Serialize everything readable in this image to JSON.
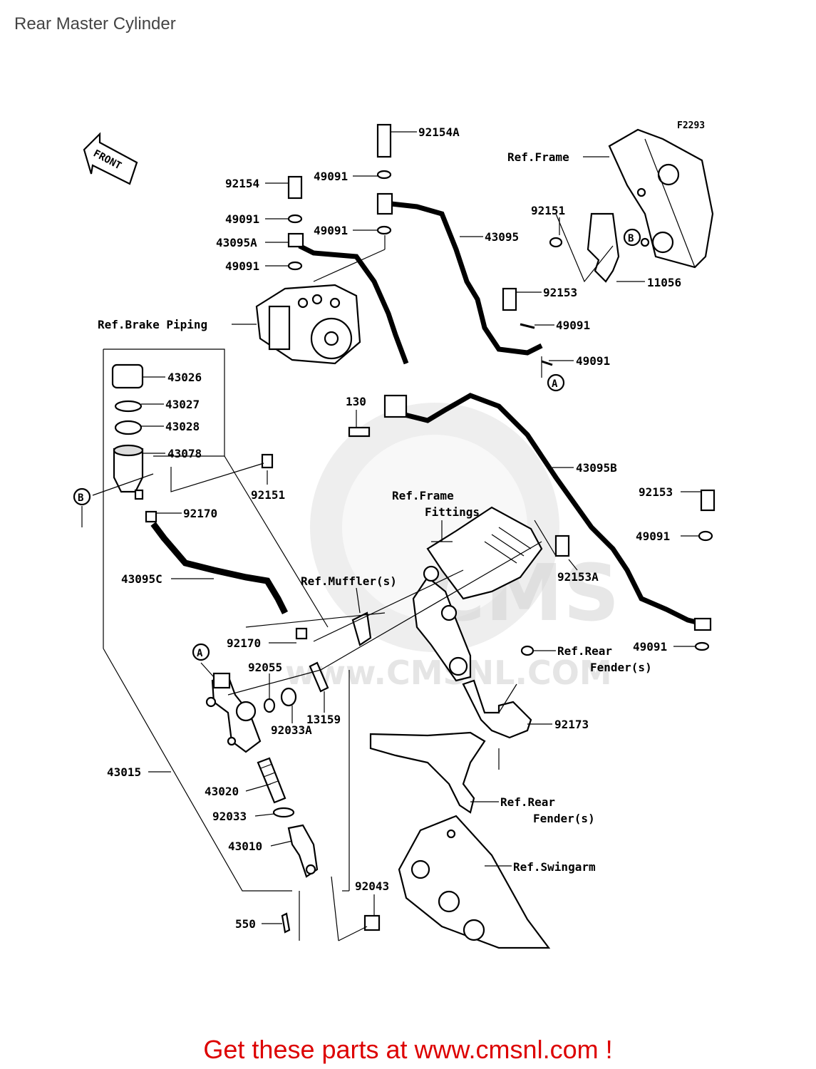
{
  "title": "Rear Master Cylinder",
  "footer": "Get these parts at www.cmsnl.com !",
  "diagram_code": "F2293",
  "front_label": "FRONT",
  "watermark": {
    "logo": "CMS",
    "url": "www.CMSNL.COM"
  },
  "labels": {
    "p92154A": "92154A",
    "refFrameTop": "Ref.Frame",
    "p92154": "92154",
    "p49091a": "49091",
    "p49091b": "49091",
    "p49091c": "49091",
    "p43095A": "43095A",
    "p49091d": "49091",
    "p43095": "43095",
    "p92151a": "92151",
    "p11056": "11056",
    "p92153a": "92153",
    "p49091e": "49091",
    "p49091f": "49091",
    "refBrakePiping": "Ref.Brake Piping",
    "p43026": "43026",
    "p43027": "43027",
    "p43028": "43028",
    "p43078": "43078",
    "p130": "130",
    "p92151b": "92151",
    "p92170a": "92170",
    "refFrameFittings1": "Ref.Frame",
    "refFrameFittings2": "Fittings",
    "p43095B": "43095B",
    "p92153b": "92153",
    "p49091g": "49091",
    "p92153A": "92153A",
    "p43095C": "43095C",
    "refMuffler": "Ref.Muffler(s)",
    "p92170b": "92170",
    "p92055": "92055",
    "refRearFender1a": "Ref.Rear",
    "refRearFender1b": "Fender(s)",
    "p49091h": "49091",
    "p13159": "13159",
    "p92033A": "92033A",
    "p92173": "92173",
    "p43015": "43015",
    "p43020": "43020",
    "p92033": "92033",
    "refRearFender2a": "Ref.Rear",
    "refRearFender2b": "Fender(s)",
    "p43010": "43010",
    "refSwingarm": "Ref.Swingarm",
    "p92043": "92043",
    "p550": "550",
    "calloutA": "A",
    "calloutB": "B"
  }
}
